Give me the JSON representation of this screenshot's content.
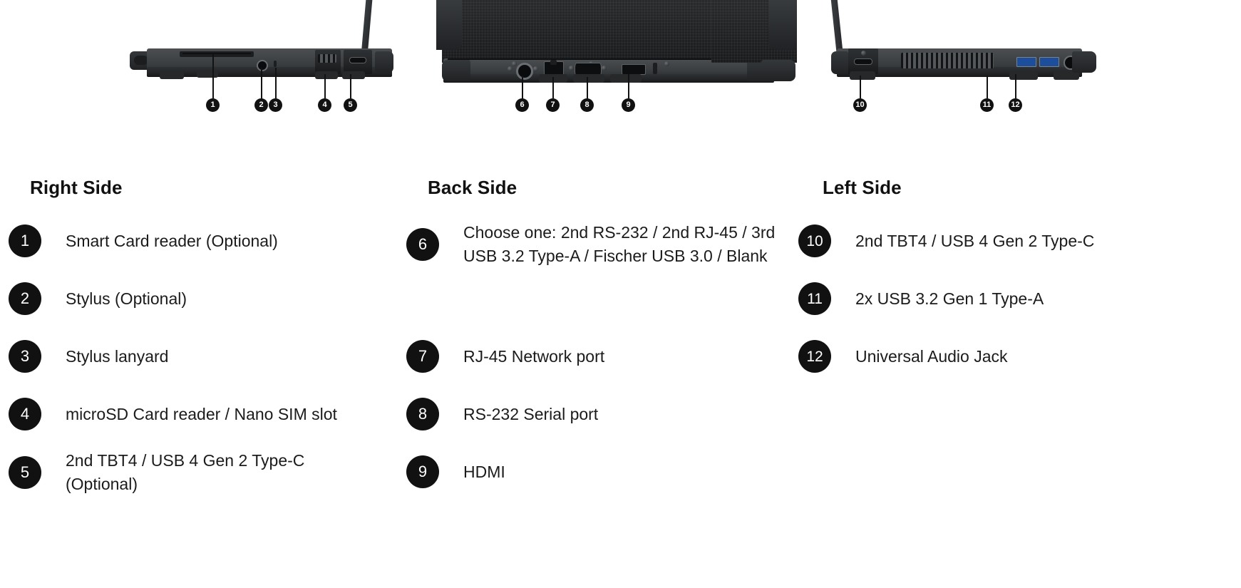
{
  "document": {
    "kind": "product-port-diagram"
  },
  "columns": [
    {
      "heading": "Right Side",
      "items": [
        {
          "num": "1",
          "text": "Smart Card reader (Optional)"
        },
        {
          "num": "2",
          "text": "Stylus (Optional)"
        },
        {
          "num": "3",
          "text": "Stylus lanyard"
        },
        {
          "num": "4",
          "text": "microSD Card reader / Nano SIM slot"
        },
        {
          "num": "5",
          "text": "2nd TBT4 / USB 4 Gen 2 Type-C (Optional)"
        }
      ]
    },
    {
      "heading": "Back Side",
      "items": [
        {
          "num": "6",
          "text": "Choose one: 2nd RS-232 / 2nd RJ-45 / 3rd USB 3.2 Type-A / Fischer USB 3.0 / Blank"
        },
        {
          "num": "7",
          "text": "RJ-45 Network port"
        },
        {
          "num": "8",
          "text": "RS-232 Serial port"
        },
        {
          "num": "9",
          "text": "HDMI"
        }
      ]
    },
    {
      "heading": "Left Side",
      "items": [
        {
          "num": "10",
          "text": "2nd TBT4 / USB 4 Gen 2 Type-C"
        },
        {
          "num": "11",
          "text": "2x USB 3.2 Gen 1 Type-A"
        },
        {
          "num": "12",
          "text": "Universal Audio Jack"
        }
      ]
    }
  ],
  "callouts": {
    "right_side": [
      "1",
      "2",
      "3",
      "4",
      "5"
    ],
    "back_side": [
      "6",
      "7",
      "8",
      "9"
    ],
    "left_side": [
      "10",
      "11",
      "12"
    ]
  },
  "colors": {
    "bubble_fill": "#111111",
    "bubble_text": "#ffffff",
    "heading_text": "#111111",
    "body_text": "#1b1b1b",
    "background": "#ffffff"
  }
}
